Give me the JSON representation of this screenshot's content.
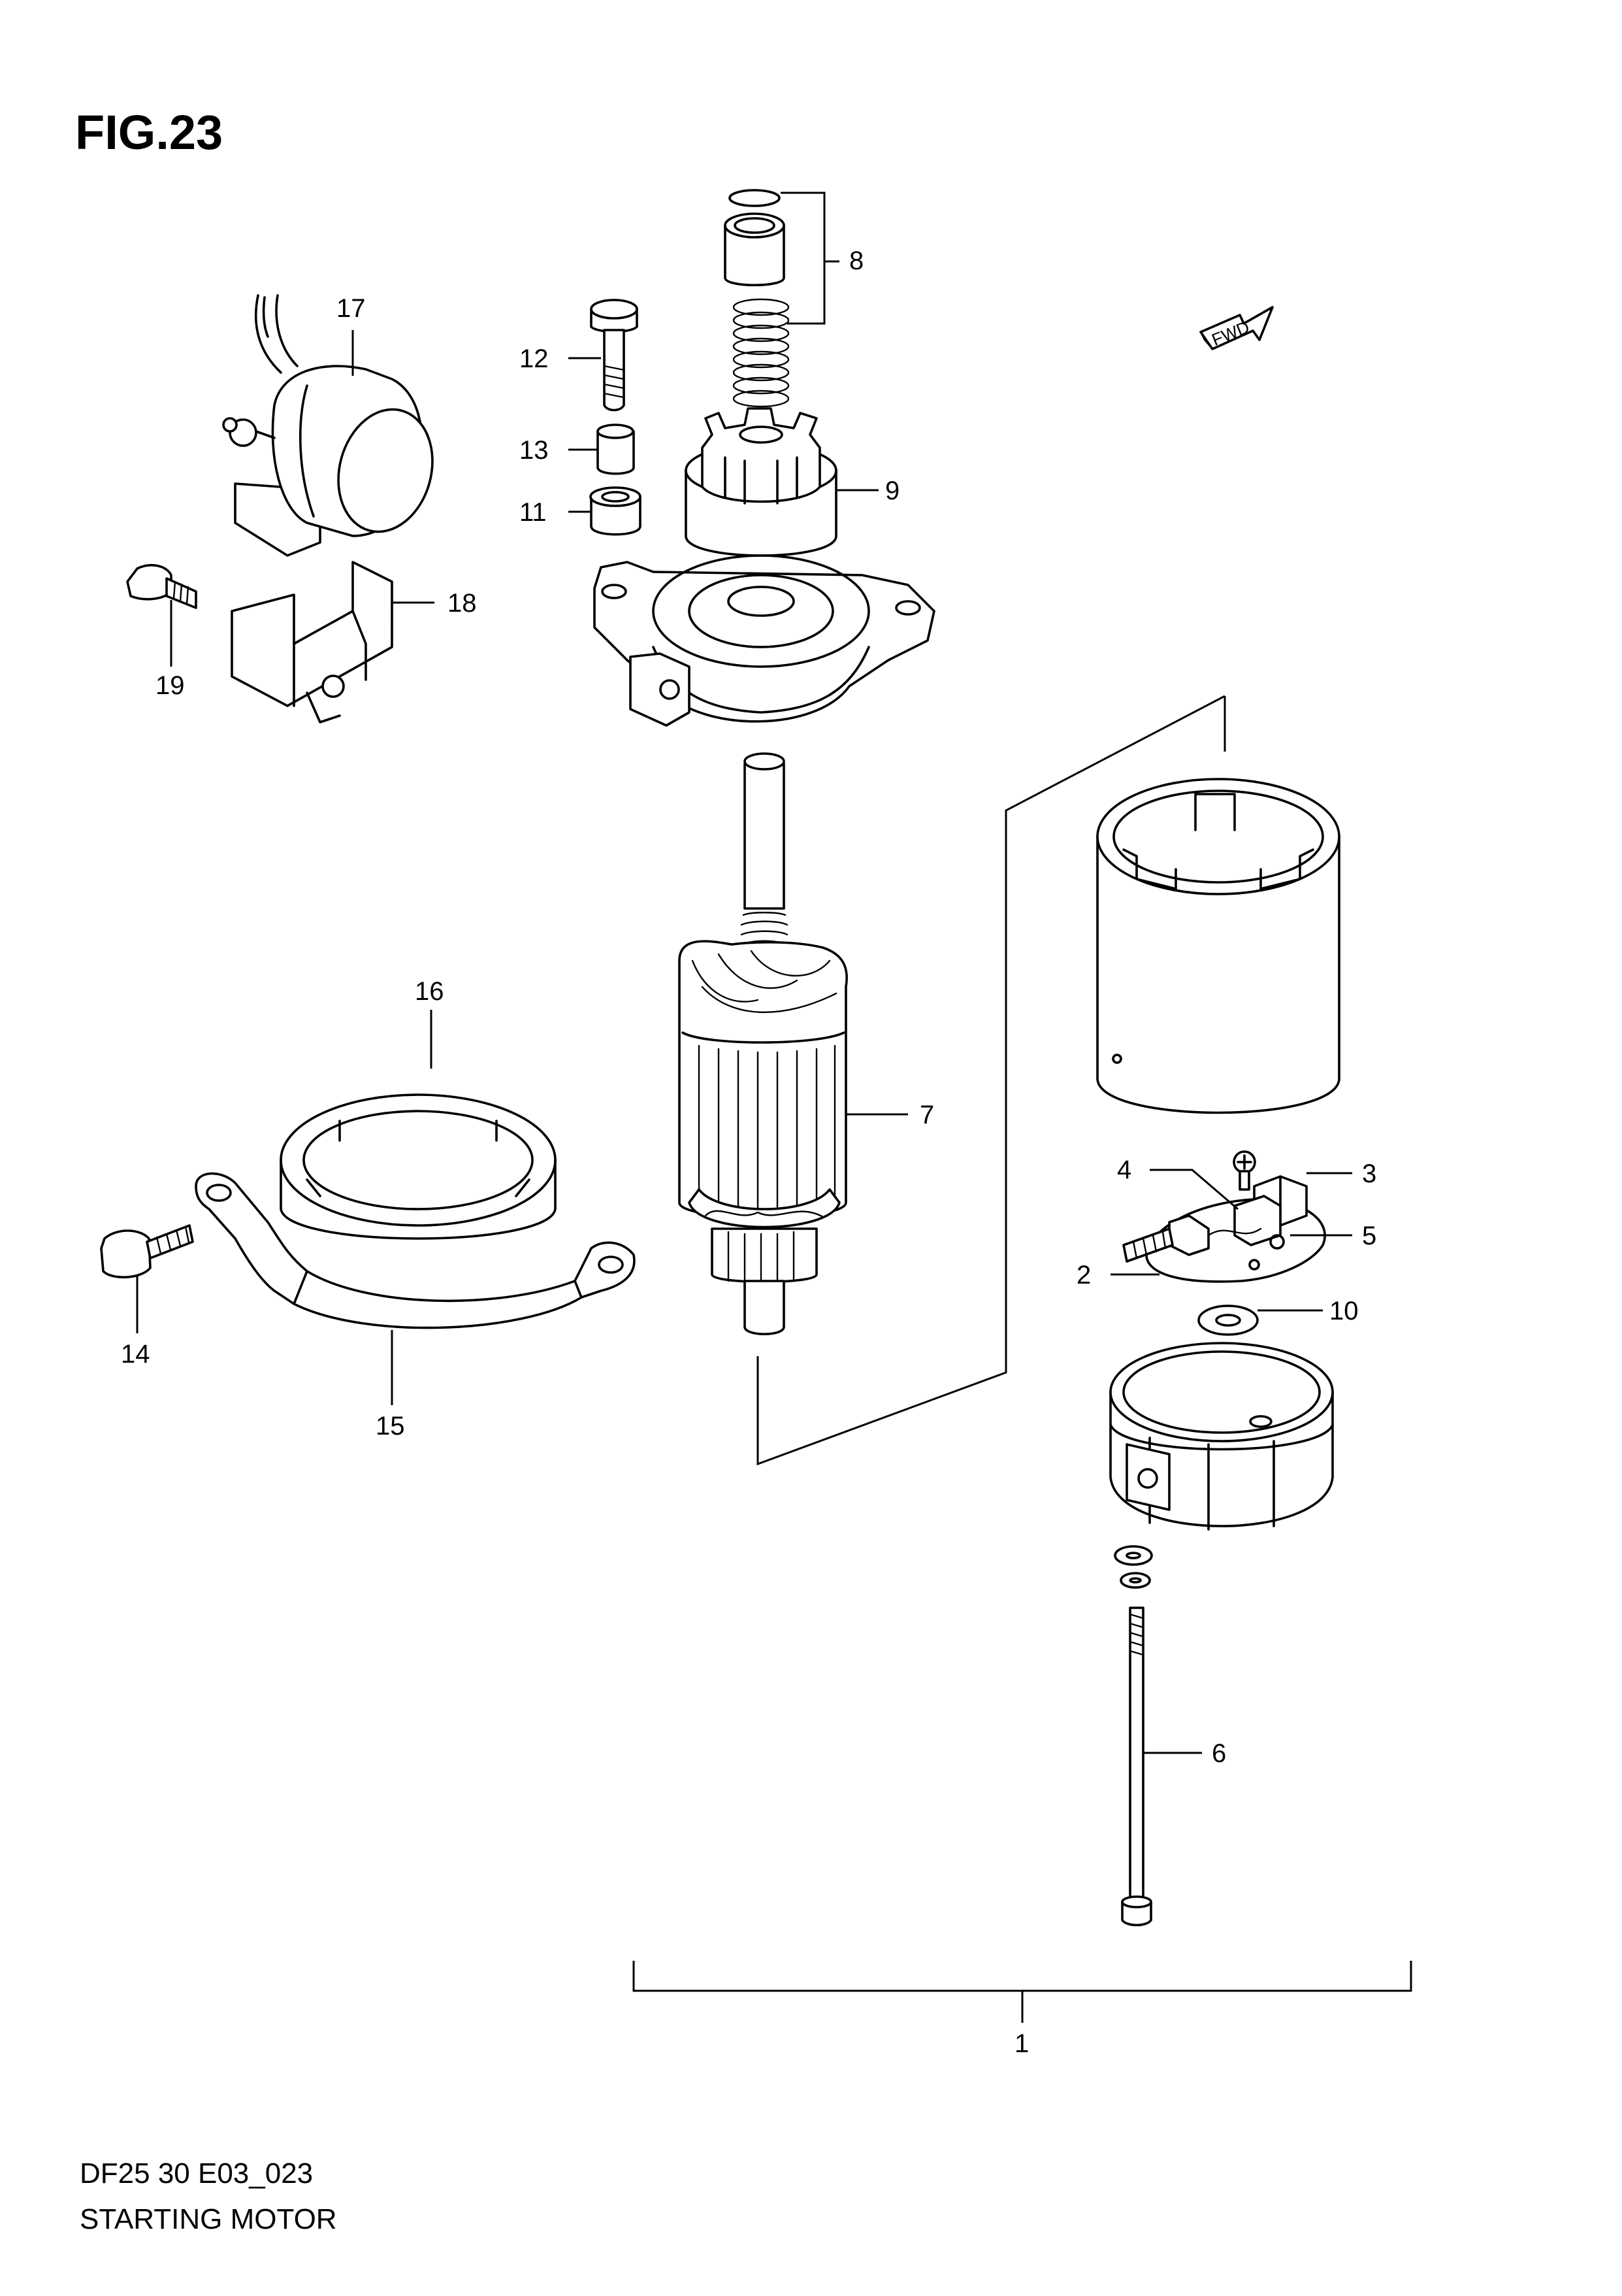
{
  "figure_title": "FIG.23",
  "drawing_code": "DF25 30 E03_023",
  "caption": "STARTING MOTOR",
  "direction_marker": "FWD",
  "callouts": {
    "c1": "1",
    "c2": "2",
    "c3": "3",
    "c4": "4",
    "c5": "5",
    "c6": "6",
    "c7": "7",
    "c8": "8",
    "c9": "9",
    "c10": "10",
    "c11": "11",
    "c12": "12",
    "c13": "13",
    "c14": "14",
    "c15": "15",
    "c16": "16",
    "c17": "17",
    "c18": "18",
    "c19": "19"
  }
}
